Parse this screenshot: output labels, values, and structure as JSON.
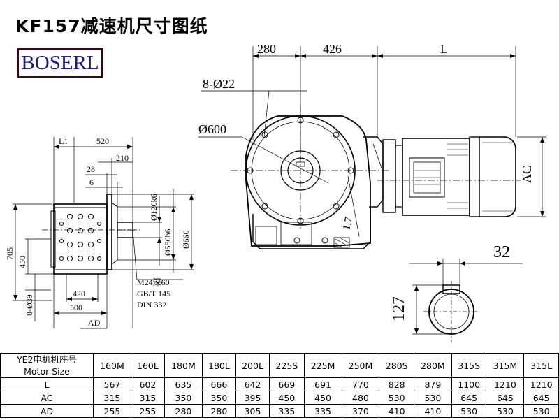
{
  "title": "KF157减速机尺寸图纸",
  "logo": "BOSERL",
  "dims": {
    "top_280": "280",
    "top_426": "426",
    "top_L": "L",
    "bolt_holes": "8-Ø22",
    "flange_dia": "Ø600",
    "L1": "L1",
    "w520": "520",
    "w210": "210",
    "w28": "28",
    "w6": "6",
    "shaft_dia": "Ø120k6",
    "spigot_dia": "Ø550h6",
    "pcd_dia": "Ø660",
    "h705": "705",
    "h450": "450",
    "holes_39": "8-Ø39",
    "w420": "420",
    "w500": "500",
    "AD": "AD",
    "thread1": "M24深60",
    "thread2": "GB/T 145",
    "thread3": "DIN 332",
    "AC": "AC",
    "key_32": "32",
    "key_127": "127",
    "tilt": "1.7"
  },
  "table": {
    "header_line1": "YE2电机机座号",
    "header_line2": "Motor Size",
    "sizes": [
      "160M",
      "160L",
      "180M",
      "180L",
      "200L",
      "225S",
      "225M",
      "250M",
      "280S",
      "280M",
      "315S",
      "315M",
      "315L"
    ],
    "rows": [
      {
        "label": "L",
        "values": [
          "567",
          "602",
          "635",
          "666",
          "642",
          "669",
          "691",
          "770",
          "828",
          "879",
          "1100",
          "1210",
          "1210"
        ]
      },
      {
        "label": "AC",
        "values": [
          "315",
          "315",
          "350",
          "350",
          "395",
          "450",
          "450",
          "480",
          "530",
          "530",
          "645",
          "645",
          "645"
        ]
      },
      {
        "label": "AD",
        "values": [
          "255",
          "255",
          "280",
          "280",
          "305",
          "335",
          "335",
          "370",
          "410",
          "410",
          "530",
          "530",
          "530"
        ]
      }
    ]
  }
}
